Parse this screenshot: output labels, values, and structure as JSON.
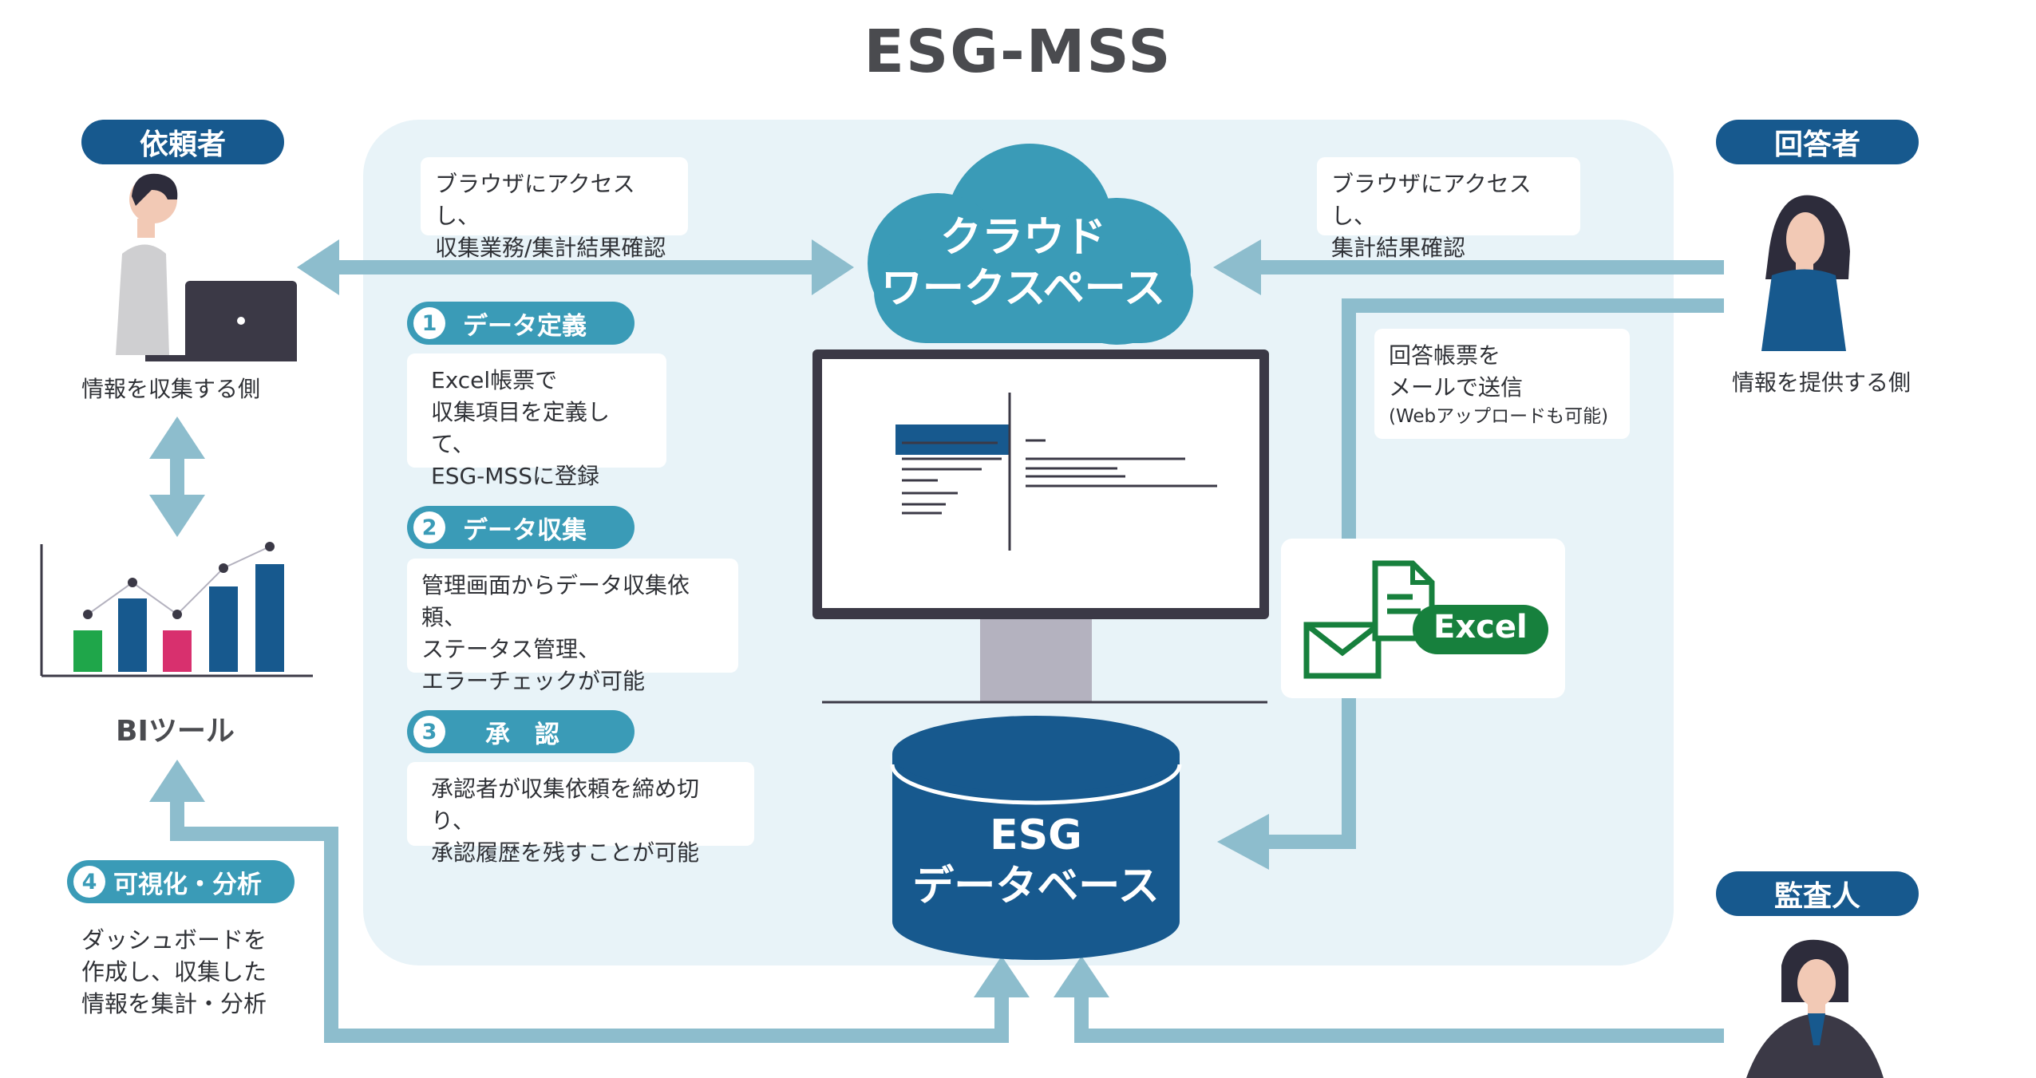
{
  "title": "ESG-MSS",
  "requester": {
    "badge": "依頼者",
    "caption": "情報を収集する側"
  },
  "respondent": {
    "badge": "回答者",
    "caption": "情報を提供する側"
  },
  "auditor": {
    "badge": "監査人"
  },
  "cloud": {
    "line1": "クラウド",
    "line2": "ワークスペース"
  },
  "database": {
    "line1": "ESG",
    "line2": "データベース"
  },
  "excel_label": "Excel",
  "left_access": {
    "line1": "ブラウザにアクセスし、",
    "line2": "収集業務/集計結果確認"
  },
  "right_access": {
    "line1": "ブラウザにアクセスし、",
    "line2": "集計結果確認"
  },
  "reply": {
    "line1": "回答帳票を",
    "line2": "メールで送信",
    "line3": "(Webアップロードも可能)"
  },
  "steps": [
    {
      "num": "1",
      "title": "データ定義",
      "lines": [
        "Excel帳票で",
        "収集項目を定義して、",
        "ESG-MSSに登録"
      ]
    },
    {
      "num": "2",
      "title": "データ収集",
      "lines": [
        "管理画面からデータ収集依頼、",
        "ステータス管理、",
        "エラーチェックが可能"
      ]
    },
    {
      "num": "3",
      "title": "承　認",
      "lines": [
        "承認者が収集依頼を締め切り、",
        "承認履歴を残すことが可能"
      ]
    },
    {
      "num": "4",
      "title": "可視化・分析"
    }
  ],
  "bi_tool": "BIツール",
  "analysis": {
    "line1": "ダッシュボードを",
    "line2": "作成し、収集した",
    "line3": "情報を集計・分析"
  },
  "colors": {
    "navy": "#17598e",
    "teal": "#3a9bb7",
    "arrow": "#8dbdcd",
    "panel": "#e8f3f8",
    "excel_green": "#17803d",
    "bar_green": "#1fa64a",
    "bar_pink": "#d8306e"
  },
  "icons": [
    "user-laptop-icon",
    "woman-respondent-icon",
    "auditor-icon",
    "bi-chart-icon",
    "cloud-icon",
    "monitor-icon",
    "database-icon",
    "mail-icon",
    "document-icon"
  ]
}
